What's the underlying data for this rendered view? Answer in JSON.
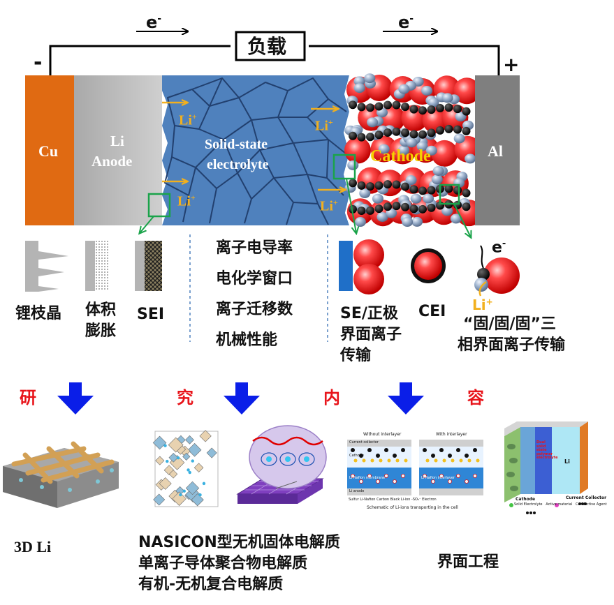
{
  "circuit": {
    "electron_left": "e",
    "electron_right": "e",
    "electron_sup": "-",
    "load_label": "负载",
    "minus_sign": "-",
    "plus_sign": "+"
  },
  "battery": {
    "cu_label": "Cu",
    "anode_line1": "Li",
    "anode_line2": "Anode",
    "electrolyte_line1": "Solid-state",
    "electrolyte_line2": "electrolyte",
    "cathode_label": "Cathode",
    "al_label": "Al",
    "li_ion": "Li",
    "li_ion_sup": "+"
  },
  "anode_issues": {
    "dendrite": "锂枝晶",
    "volume_line1": "体积",
    "volume_line2": "膨胀",
    "sei": "SEI"
  },
  "electrolyte_props": [
    "离子电导率",
    "电化学窗口",
    "离子迁移数",
    "机械性能"
  ],
  "cathode_issues": {
    "se_line1": "SE/正极",
    "se_line2": "界面离子",
    "se_line3": "传输",
    "cei": "CEI",
    "triple_electron": "e",
    "triple_electron_sup": "-",
    "triple_li": "Li",
    "triple_li_sup": "+",
    "triple_line1": "“固/固/固”三",
    "triple_line2": "相界面离子传输"
  },
  "research": {
    "chars": [
      "研",
      "究",
      "内",
      "容"
    ],
    "li3d": "3D Li",
    "electrolytes": [
      "NASICON型无机固体电解质",
      "单离子导体聚合物电解质",
      "有机-无机复合电解质"
    ],
    "interface": "界面工程"
  },
  "inset_lipon": {
    "without": "Without interlayer",
    "with": "With interlayer",
    "current_collector": "Current collector",
    "cathode": "Cathode",
    "membrane": "Li-Nafion membrane",
    "interlayer": "Li-Nafion interlayer",
    "li_anode": "Li anode",
    "caption": "Schematic of Li-ions transporting in the cell",
    "legend": [
      "Sulfur",
      "Li-Nafion",
      "Carbon Black",
      "Li-ion",
      "-SO₃⁻",
      "Electron"
    ]
  },
  "inset_interface": {
    "label_dual": "Dual solid state polymer electrolyte",
    "label_li": "Li",
    "label_cathode": "Cathode",
    "label_collector": "Current Collector",
    "legend": [
      "Solid Electrolyte",
      "Active material",
      "Conductive Agent"
    ]
  },
  "colors": {
    "copper": "#e06a12",
    "anode_gray": "#bdbdbd",
    "electrolyte_blue": "#4f81bd",
    "aluminum": "#7f7f7f",
    "li_arrow": "#f2b01e",
    "green_box": "#1aa34a",
    "blue_arrow": "#0a1ee8",
    "research_red": "#e8141a"
  }
}
